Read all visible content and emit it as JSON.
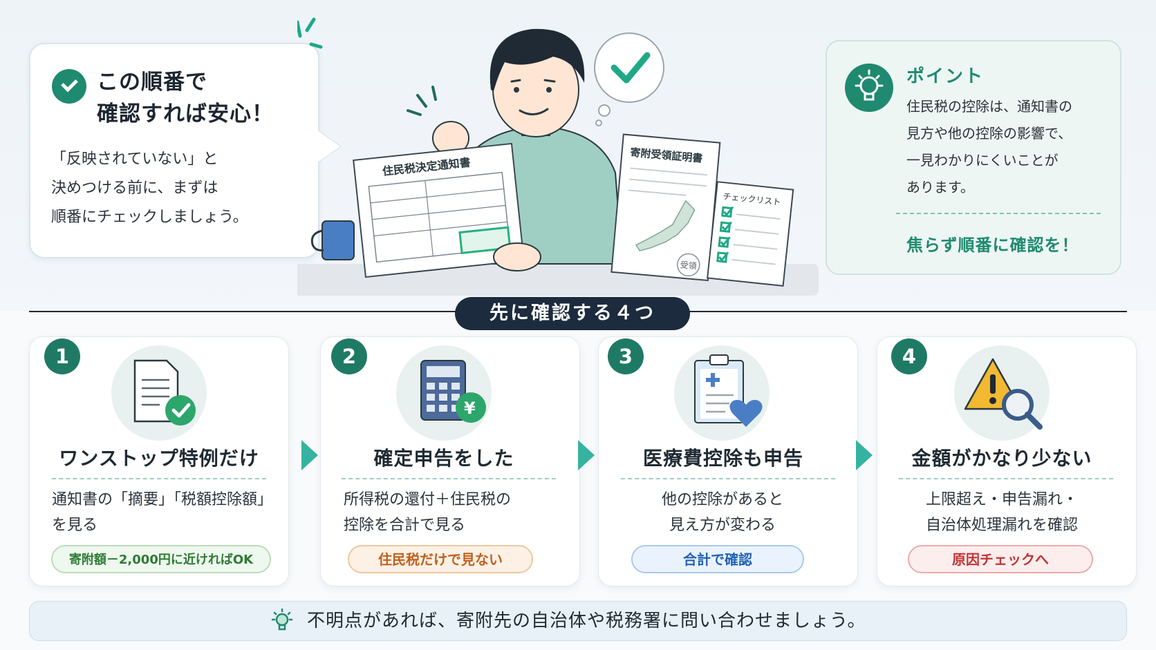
{
  "bubble": {
    "title_line1": "この順番で",
    "title_line2": "確認すれば安心！",
    "body_line1": "「反映されていない」と",
    "body_line2": "決めつける前に、まずは",
    "body_line3": "順番にチェックしましょう。"
  },
  "illustration": {
    "notice_doc_title": "住民税決定通知書",
    "certificate_title": "寄附受領証明書",
    "stamp": "受領",
    "checklist_title": "チェックリスト"
  },
  "point": {
    "title": "ポイント",
    "body_line1": "住民税の控除は、通知書の",
    "body_line2": "見方や他の控除の影響で、",
    "body_line3": "一見わかりにくいことが",
    "body_line4": "あります。",
    "accent": "焦らず順番に確認を！"
  },
  "section_label": "先に確認する４つ",
  "steps": [
    {
      "number": "1",
      "icon": "document-check-icon",
      "title": "ワンストップ特例だけ",
      "body_line1": "通知書の「摘要」「税額控除額」",
      "body_line2": "を見る",
      "tag": "寄附額－2,000円に近ければOK"
    },
    {
      "number": "2",
      "icon": "calculator-yen-icon",
      "title": "確定申告をした",
      "body_line1": "所得税の還付＋住民税の",
      "body_line2": "控除を合計で見る",
      "tag": "住民税だけで見ない"
    },
    {
      "number": "3",
      "icon": "medical-clipboard-heart-icon",
      "title": "医療費控除も申告",
      "body_line1": "他の控除があると",
      "body_line2": "見え方が変わる",
      "tag": "合計で確認"
    },
    {
      "number": "4",
      "icon": "warning-magnifier-icon",
      "title": "金額がかなり少ない",
      "body_line1": "上限超え・申告漏れ・",
      "body_line2": "自治体処理漏れを確認",
      "tag": "原因チェックへ"
    }
  ],
  "footer": {
    "text": "不明点があれば、寄附先の自治体や税務署に問い合わせましょう。"
  },
  "colors": {
    "primary_green": "#1f8a6f",
    "navy": "#1c2b3d",
    "tag_green": "#2e7b34",
    "tag_orange": "#c0601c",
    "tag_blue": "#2261b4",
    "tag_red": "#c33333"
  }
}
